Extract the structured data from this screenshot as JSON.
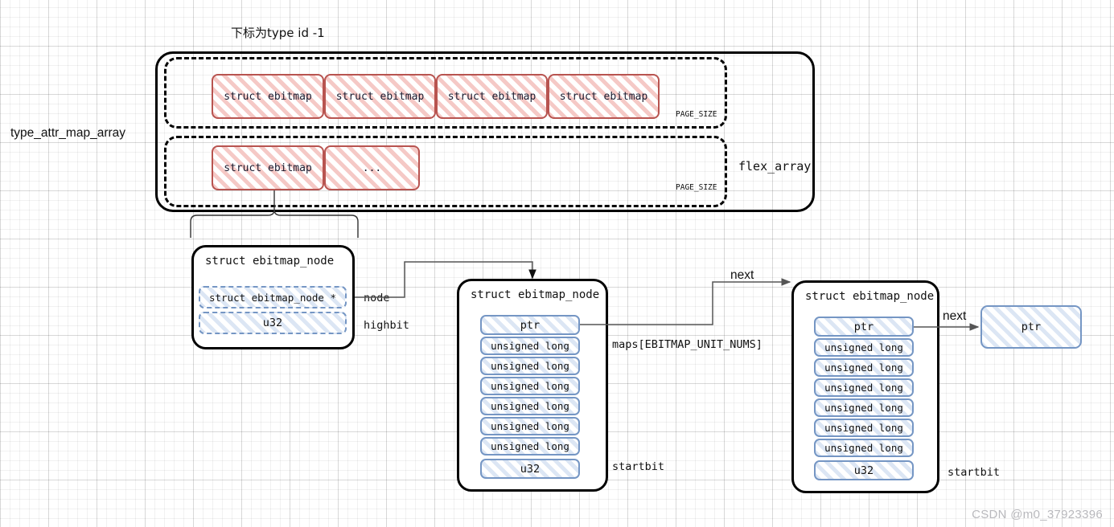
{
  "diagram": {
    "title_note": "下标为type id -1",
    "array_label": "type_attr_map_array",
    "flex_array_label": "flex_array",
    "page_size_label_1": "PAGE_SIZE",
    "page_size_label_2": "PAGE_SIZE",
    "row1_cells": [
      {
        "text": "struct ebitmap"
      },
      {
        "text": "struct ebitmap"
      },
      {
        "text": "struct ebitmap"
      },
      {
        "text": "struct ebitmap"
      }
    ],
    "row2_cells": [
      {
        "text": "struct ebitmap"
      },
      {
        "text": "..."
      }
    ],
    "left_node": {
      "title": "struct ebitmap_node",
      "fields": [
        {
          "text": "struct ebitmap_node *"
        },
        {
          "text": "u32"
        }
      ],
      "field_labels": {
        "node": "node",
        "highbit": "highbit"
      }
    },
    "middle_node": {
      "title": "struct ebitmap_node",
      "ptr": "ptr",
      "maps": [
        "unsigned long",
        "unsigned long",
        "unsigned long",
        "unsigned long",
        "unsigned long",
        "unsigned long"
      ],
      "startbit_field": "u32",
      "maps_label": "maps[EBITMAP_UNIT_NUMS]",
      "startbit_label": "startbit"
    },
    "right_node": {
      "title": "struct ebitmap_node",
      "ptr": "ptr",
      "maps": [
        "unsigned long",
        "unsigned long",
        "unsigned long",
        "unsigned long",
        "unsigned long",
        "unsigned long"
      ],
      "startbit_field": "u32",
      "startbit_label": "startbit"
    },
    "tail_ptr": {
      "text": "ptr"
    },
    "edge_labels": {
      "next_middle": "next",
      "next_right": "next"
    },
    "watermark": "CSDN @m0_37923396",
    "colors": {
      "red_border": "#b85450",
      "red_fill": "#f5c9c6",
      "blue_border": "#7596c4",
      "blue_fill": "#dce6f4",
      "stroke": "#000000",
      "edge": "#555555"
    }
  }
}
